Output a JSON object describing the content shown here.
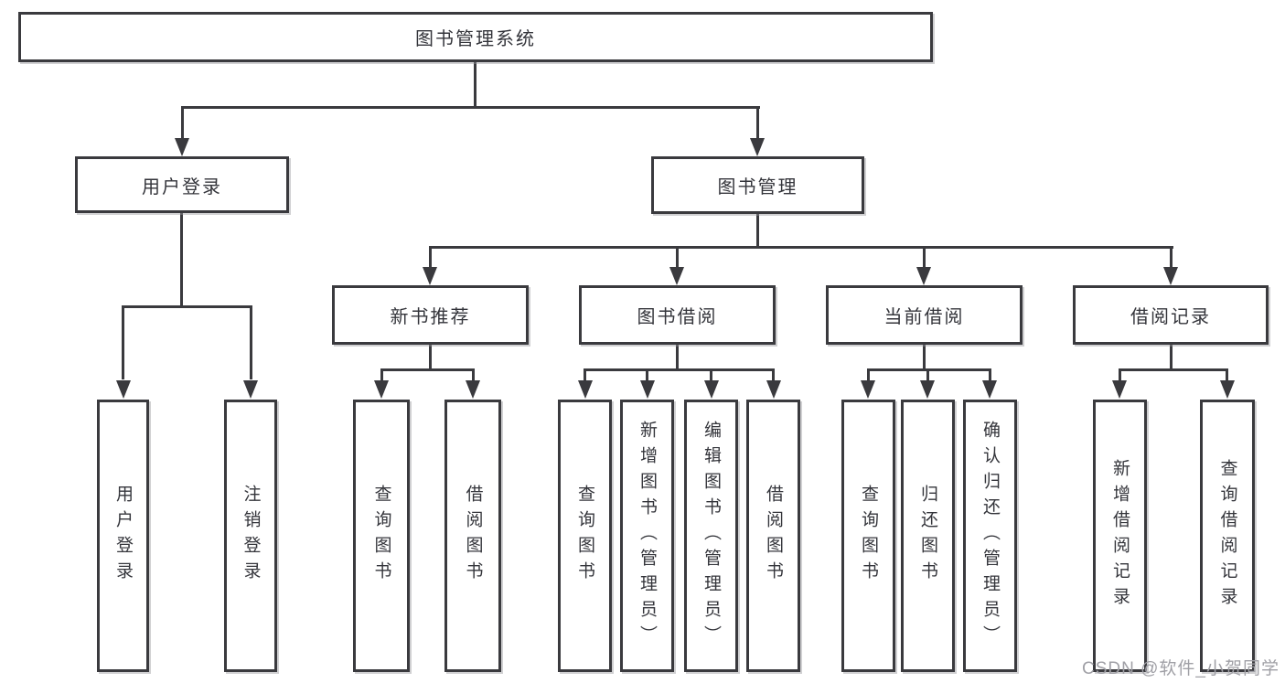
{
  "root": {
    "label": "图书管理系统"
  },
  "level2": {
    "userLogin": {
      "label": "用户登录"
    },
    "bookManagement": {
      "label": "图书管理"
    }
  },
  "userLoginLeaves": [
    {
      "label": "用户登录"
    },
    {
      "label": "注销登录"
    }
  ],
  "groups": [
    {
      "label": "新书推荐",
      "leaves": [
        {
          "label": "查询图书"
        },
        {
          "label": "借阅图书"
        }
      ]
    },
    {
      "label": "图书借阅",
      "leaves": [
        {
          "label": "查询图书"
        },
        {
          "label": "新增图书（管理员）"
        },
        {
          "label": "编辑图书（管理员）"
        },
        {
          "label": "借阅图书"
        }
      ]
    },
    {
      "label": "当前借阅",
      "leaves": [
        {
          "label": "查询图书"
        },
        {
          "label": "归还图书"
        },
        {
          "label": "确认归还（管理员）"
        }
      ]
    },
    {
      "label": "借阅记录",
      "leaves": [
        {
          "label": "新增借阅记录"
        },
        {
          "label": "查询借阅记录"
        }
      ]
    }
  ],
  "watermark": {
    "text": "CSDN @软件_小贺同学"
  },
  "colors": {
    "line": "#3a3a3e",
    "text": "#34353b",
    "box_fill": "#ffffff",
    "watermark": "#a0a0a6",
    "background": "#ffffff"
  }
}
